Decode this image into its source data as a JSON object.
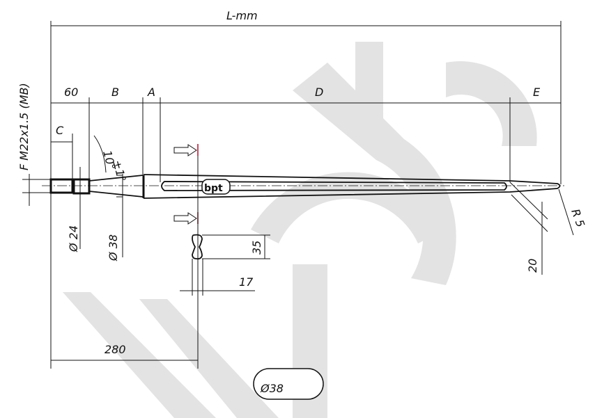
{
  "drawing": {
    "overall_length": "L-mm",
    "thread_spec": "F  M22x1.5  (MB)",
    "segments": {
      "first": "60",
      "b": "B",
      "a": "A",
      "d": "D",
      "e": "E",
      "c": "C"
    },
    "angle": "10°",
    "angle_tolerance": "±1°",
    "diameter_small": "Ø 24",
    "diameter_large": "Ø 38",
    "section_height": "35",
    "section_width": "17",
    "section_position": "280",
    "tip_length": "20",
    "tip_radius": "R 5",
    "size_badge": "Ø38",
    "logo_text": "bpt"
  },
  "colors": {
    "line": "#111111",
    "section_mark": "#b0102a",
    "watermark": "#e3e3e3"
  }
}
